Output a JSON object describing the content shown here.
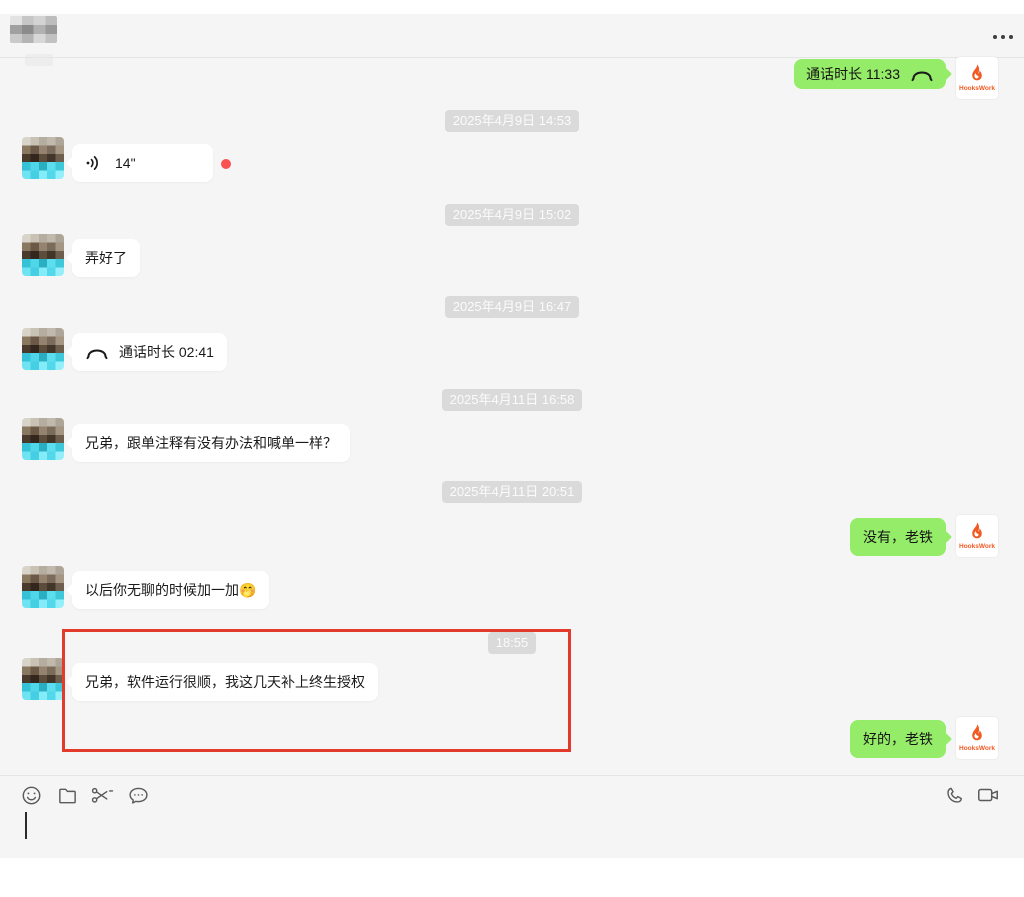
{
  "header": {
    "contact_name_blurred": true,
    "more_icon": "more-options"
  },
  "chat": {
    "outgoing_avatar_brand": "HooksWork",
    "messages": [
      {
        "type": "call-out",
        "text": "通话时长 11:33"
      },
      {
        "type": "timestamp",
        "text": "2025年4月9日 14:53"
      },
      {
        "type": "voice-in",
        "duration": "14\"",
        "unread": true
      },
      {
        "type": "timestamp",
        "text": "2025年4月9日 15:02"
      },
      {
        "type": "text-in",
        "text": "弄好了"
      },
      {
        "type": "timestamp",
        "text": "2025年4月9日 16:47"
      },
      {
        "type": "call-in",
        "text": "通话时长 02:41"
      },
      {
        "type": "timestamp",
        "text": "2025年4月11日 16:58"
      },
      {
        "type": "text-in",
        "text": "兄弟，跟单注释有没有办法和喊单一样？"
      },
      {
        "type": "timestamp",
        "text": "2025年4月11日 20:51"
      },
      {
        "type": "text-out",
        "text": "没有，老铁"
      },
      {
        "type": "text-in",
        "text": "以后你无聊的时候加一加🤭"
      },
      {
        "type": "timestamp",
        "text": "18:55"
      },
      {
        "type": "text-in",
        "text": "兄弟，软件运行很顺，我这几天补上终生授权",
        "annotated": true
      },
      {
        "type": "text-out",
        "text": "好的，老铁"
      }
    ]
  },
  "annotation": {
    "shape": "red-rectangle",
    "color": "#e23b2c"
  },
  "composer": {
    "value": "",
    "left_tools": [
      "emoji",
      "folder",
      "screenshot",
      "chat-history"
    ],
    "right_tools": [
      "voice-call",
      "video-call"
    ]
  },
  "colors": {
    "bubble_out": "#95ec69",
    "bubble_in": "#ffffff",
    "timestamp_bg": "#dadada",
    "unread_dot": "#fa5151",
    "brand_orange": "#f15a22",
    "chat_bg": "#f5f5f5"
  }
}
